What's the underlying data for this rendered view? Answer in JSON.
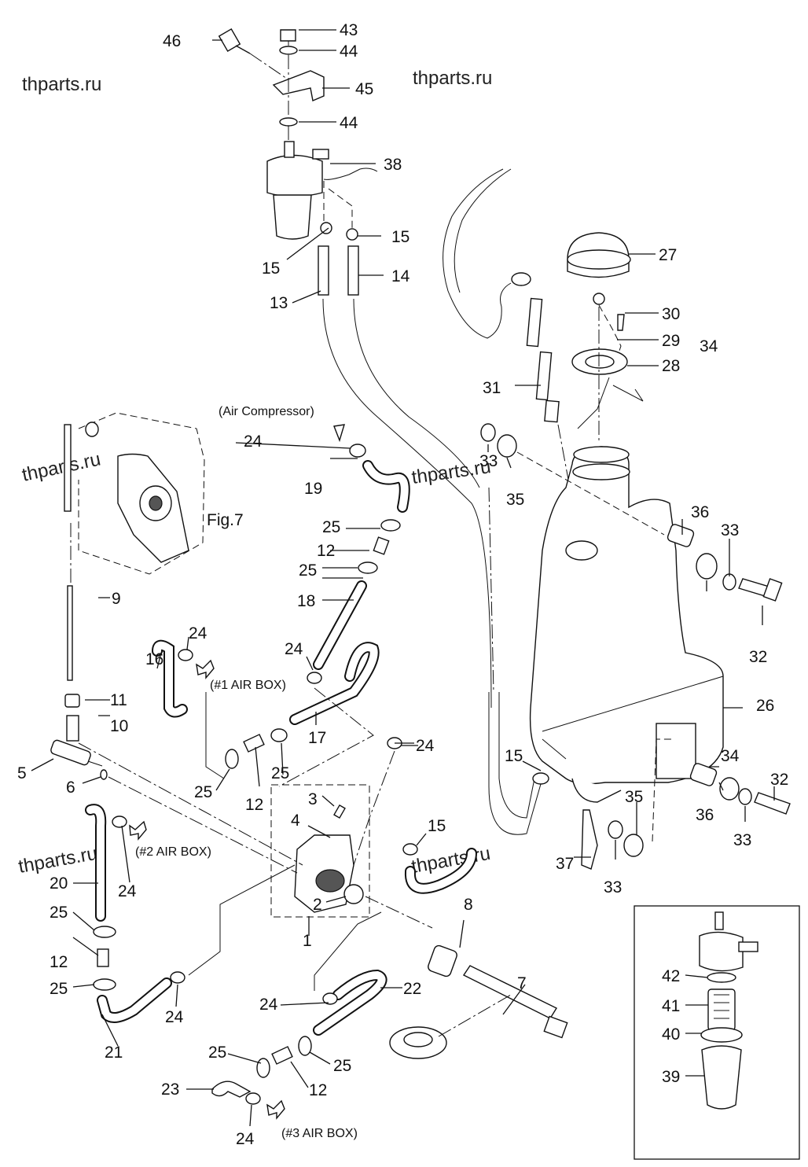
{
  "watermarks": [
    "thparts.ru",
    "thparts.ru",
    "thparts.ru",
    "thparts.ru",
    "thparts.ru",
    "thparts.ru"
  ],
  "notes": {
    "air_compressor": "(Air Compressor)",
    "air_box_1": "(#1 AIR BOX)",
    "air_box_2": "(#2 AIR BOX)",
    "air_box_3": "(#3 AIR BOX)",
    "fig7": "Fig.7"
  },
  "callouts": {
    "c1": "1",
    "c2": "2",
    "c3": "3",
    "c4": "4",
    "c5": "5",
    "c6": "6",
    "c7": "7",
    "c8": "8",
    "c9": "9",
    "c10": "10",
    "c11": "11",
    "c12a": "12",
    "c12b": "12",
    "c12c": "12",
    "c12d": "12",
    "c13": "13",
    "c14": "14",
    "c15a": "15",
    "c15b": "15",
    "c15c": "15",
    "c15d": "15",
    "c16": "16",
    "c17": "17",
    "c18": "18",
    "c19": "19",
    "c20": "20",
    "c21": "21",
    "c22": "22",
    "c23": "23",
    "c24a": "24",
    "c24b": "24",
    "c24c": "24",
    "c24d": "24",
    "c24e": "24",
    "c24f": "24",
    "c24g": "24",
    "c24h": "24",
    "c25a": "25",
    "c25b": "25",
    "c25c": "25",
    "c25d": "25",
    "c25e": "25",
    "c25f": "25",
    "c25g": "25",
    "c25h": "25",
    "c26": "26",
    "c27": "27",
    "c28": "28",
    "c29": "29",
    "c30": "30",
    "c31": "31",
    "c32a": "32",
    "c32b": "32",
    "c33a": "33",
    "c33b": "33",
    "c33c": "33",
    "c33d": "33",
    "c34a": "34",
    "c34b": "34",
    "c35a": "35",
    "c35b": "35",
    "c36a": "36",
    "c36b": "36",
    "c37": "37",
    "c38": "38",
    "c39": "39",
    "c40": "40",
    "c41": "41",
    "c42": "42",
    "c43": "43",
    "c44a": "44",
    "c44b": "44",
    "c45": "45",
    "c46": "46"
  }
}
